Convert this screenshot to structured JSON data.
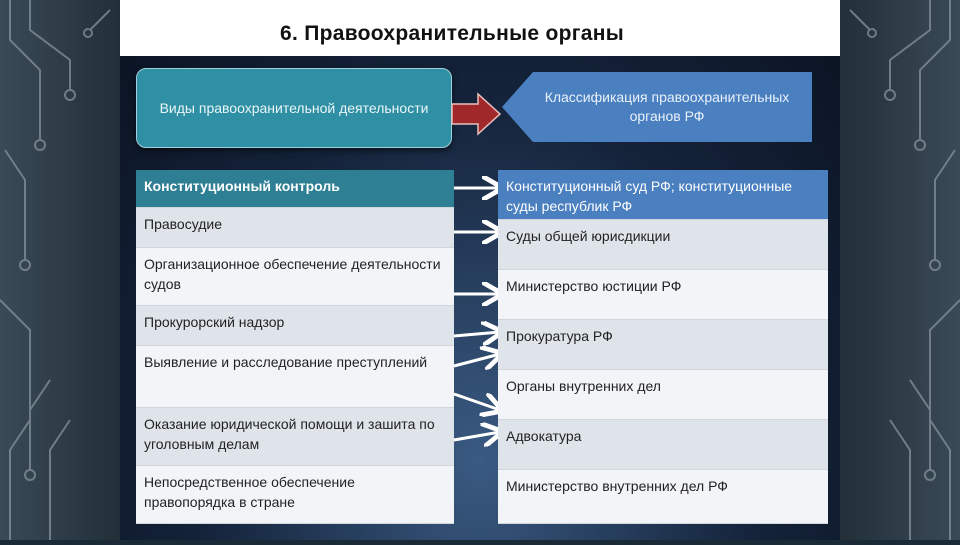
{
  "title": "6. Правоохранительные органы",
  "box_types": "Виды правоохранительной деятельности",
  "box_classification": "Классификация правоохранительных органов РФ",
  "left_items": [
    "Конституционный контроль",
    "Правосудие",
    "Организационное обеспечение деятельности судов",
    "Прокурорский надзор",
    "Выявление и расследование преступлений",
    "Оказание юридической помощи и зашита по уголовным делам",
    "Непосредственное обеспечение правопорядка в стране"
  ],
  "right_items": [
    "Конституционный суд РФ; конституционные суды республик РФ",
    "Суды общей юрисдикции",
    "Министерство юстиции РФ",
    "Прокуратура РФ",
    "Органы внутренних дел",
    "Адвокатура",
    "Министерство внутренних дел РФ"
  ],
  "colors": {
    "teal": "#2f8fa4",
    "blue": "#4a7fc0",
    "arrow_red": "#a0282a"
  }
}
